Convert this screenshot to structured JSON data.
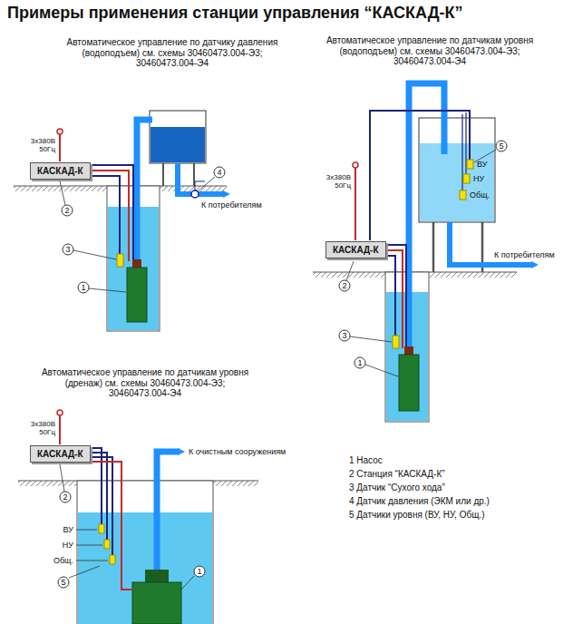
{
  "diagram": {
    "title": "Примеры применения станции управления “КАСКАД-К”",
    "nodes": [
      {
        "text": [
          "КАСКАД-К"
        ]
      },
      {
        "text": [
          "КАСКАД-К"
        ]
      },
      {
        "text": [
          "КАСКАД-К"
        ]
      }
    ],
    "labels": [
      "Автоматическое управление по датчику давления (водоподъем) см. схемы 30460473.004-Э3; 30460473.004-Э4",
      "Автоматическое управление по датчикам уровня (водоподъем) см. схемы 30460473.004-Э3; 30460473.004-Э4",
      "Автоматическое управление по датчикам уровня (дренаж) см. схемы 30460473.004-Э3; 30460473.004-Э4",
      "3х380В 50Гц",
      "1",
      "2",
      "3",
      "4",
      "К потребителям",
      "3х380В 50Гц",
      "5",
      "ВУ",
      "НУ",
      "Общ.",
      "3",
      "2",
      "1",
      "К потребителям",
      "3х380В 50Гц",
      "К очистным сооружениям",
      "ВУ",
      "НУ",
      "Общ.",
      "5",
      "2",
      "1",
      "1 Насос",
      "2 Станция “КАСКАД-К”",
      "3 Датчик “Сухого хода”",
      "4 Датчик давления (ЭКМ или др.)",
      "5 Датчики уровня (ВУ, НУ, Общ.)"
    ]
  }
}
